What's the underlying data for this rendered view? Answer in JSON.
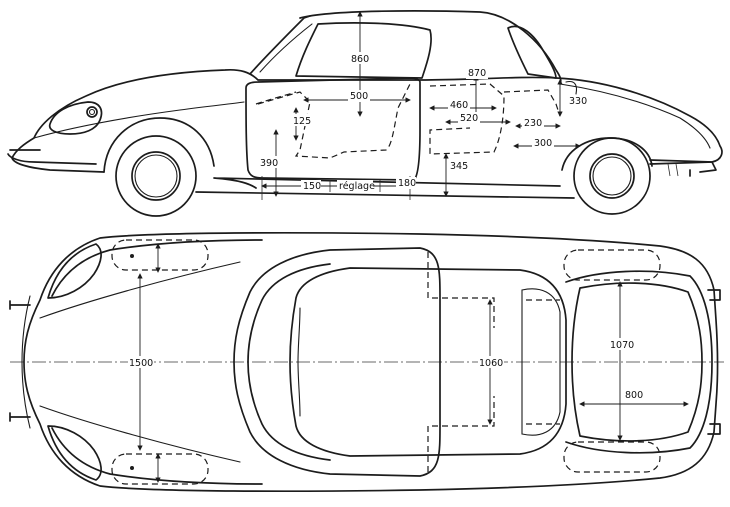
{
  "side_view": {
    "dimensions": {
      "roof_height": "860",
      "rear_height": "870",
      "front_seat_width": "500",
      "rear_seat_depth": "460",
      "rear_seat_width": "520",
      "boot_330": "330",
      "boot_230": "230",
      "boot_300": "300",
      "seat_height": "125",
      "floor_height": "390",
      "rear_floor": "345",
      "rail_150": "150",
      "reglage": "réglage",
      "rail_180": "180"
    }
  },
  "top_view": {
    "dimensions": {
      "front_width": "1500",
      "interior_width": "1060",
      "rear_width": "1070",
      "boot_width": "800"
    }
  }
}
